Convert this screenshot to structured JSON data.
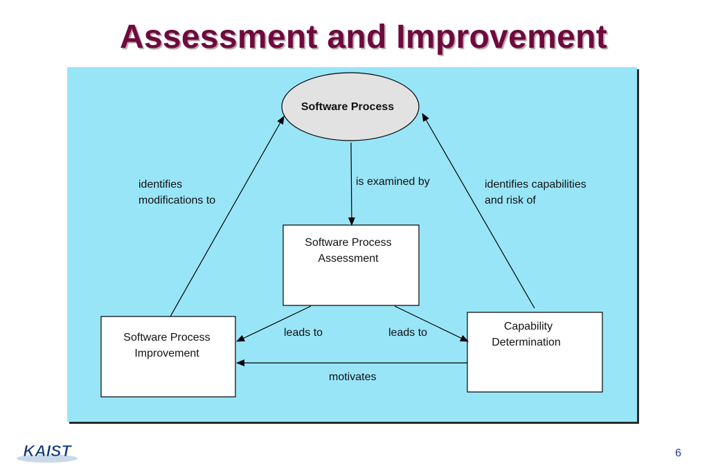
{
  "slide": {
    "title": "Assessment and Improvement",
    "page_number": "6"
  },
  "logo": {
    "text": "KAIST"
  },
  "diagram": {
    "nodes": {
      "software_process": "Software Process",
      "assessment": [
        "Software Process",
        "Assessment"
      ],
      "improvement": [
        "Software Process",
        "Improvement"
      ],
      "capability": [
        "Capability",
        "Determination"
      ]
    },
    "edges": {
      "examined_by": "is examined by",
      "identifies_modifications": [
        "identifies",
        "modifications to"
      ],
      "identifies_capabilities": [
        "identifies capabilities",
        "and risk of"
      ],
      "leads_to_left": "leads to",
      "leads_to_right": "leads to",
      "motivates": "motivates"
    }
  },
  "colors": {
    "title": "#6e0a3c",
    "panel_background": "#99e5f8",
    "ellipse_fill": "#e2e2e2",
    "box_fill": "#ffffff",
    "logo_text": "#13397f"
  }
}
